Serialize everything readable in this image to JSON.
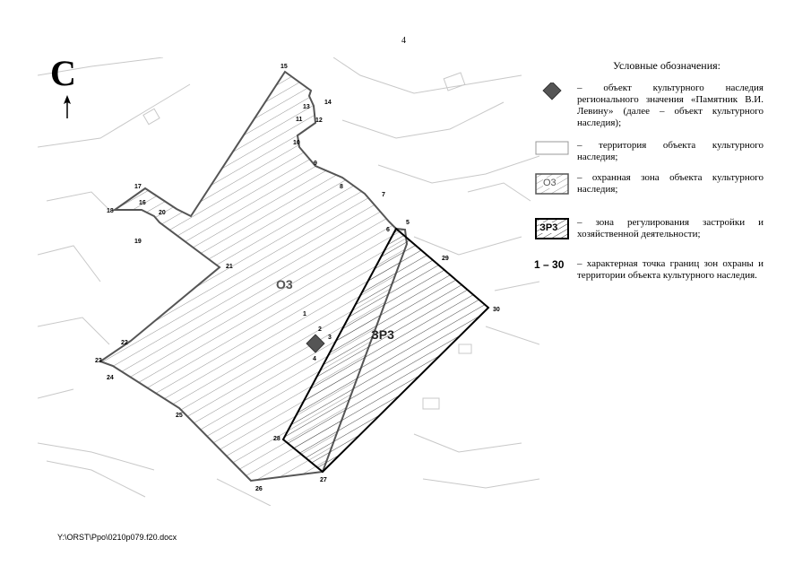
{
  "page_number": "4",
  "north_letter": "С",
  "legend": {
    "title": "Условные обозначения:",
    "items": [
      {
        "symbol": "diamond-icon",
        "text": "– объект культурного наследия регионального значения «Памятник В.И. Левину» (далее – объект культурного наследия);"
      },
      {
        "symbol": "territory-box",
        "text": "– территория объекта культурного наследия;"
      },
      {
        "symbol": "o3-box",
        "label": "О3",
        "text": "– охранная зона объекта культурного наследия;"
      },
      {
        "symbol": "zr3-box",
        "label": "ЗР3",
        "text": "– зона регулирования застройки и хозяйственной деятельности;"
      },
      {
        "symbol": "range",
        "label": "1 – 30",
        "text": "– характерная точка границ зон охраны и территории объекта культурного наследия."
      }
    ]
  },
  "map": {
    "zone_o3_label": "О3",
    "zone_zr3_label": "ЗР3",
    "points": [
      "1",
      "2",
      "3",
      "4",
      "5",
      "6",
      "7",
      "8",
      "9",
      "10",
      "11",
      "12",
      "13",
      "14",
      "15",
      "16",
      "17",
      "18",
      "19",
      "20",
      "21",
      "22",
      "23",
      "24",
      "25",
      "26",
      "27",
      "28",
      "29",
      "30"
    ],
    "colors": {
      "boundary": "#555555",
      "zr3_boundary": "#000000",
      "monument": "#555555",
      "hatch": "#666666",
      "background_lines": "#cccccc"
    }
  },
  "footer": "Y:\\ORST\\Ppo\\0210p079.f20.docx"
}
